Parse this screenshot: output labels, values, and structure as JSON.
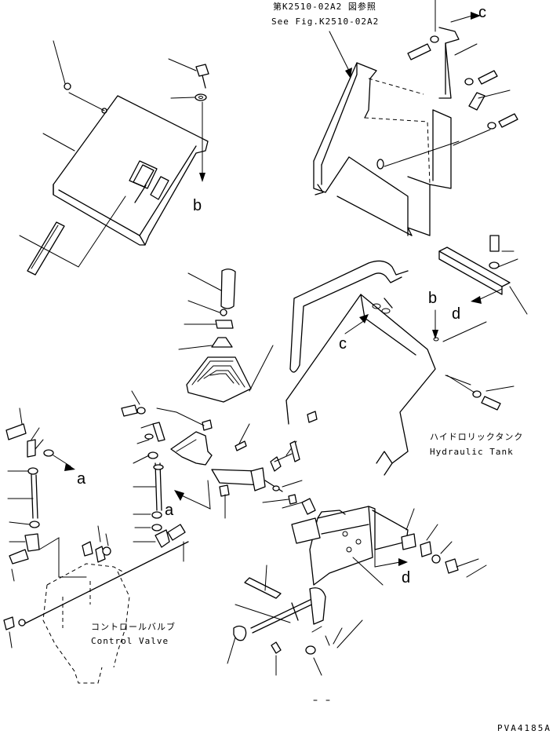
{
  "references": {
    "see_fig_jp": "第K2510-02A2 図参照",
    "see_fig_en": "See Fig.K2510-02A2"
  },
  "callouts": {
    "a_right": "a",
    "a_mid": "a",
    "b_top": "b",
    "b_right": "b",
    "c_top": "c",
    "c_mid": "c",
    "d_top": "d",
    "d_bottom": "d"
  },
  "components": {
    "hydraulic_tank_jp": "ハイドロリックタンク",
    "hydraulic_tank_en": "Hydraulic Tank",
    "control_valve_jp": "コントロールバルブ",
    "control_valve_en": "Control Valve"
  },
  "drawing_code": "PVA4185A"
}
